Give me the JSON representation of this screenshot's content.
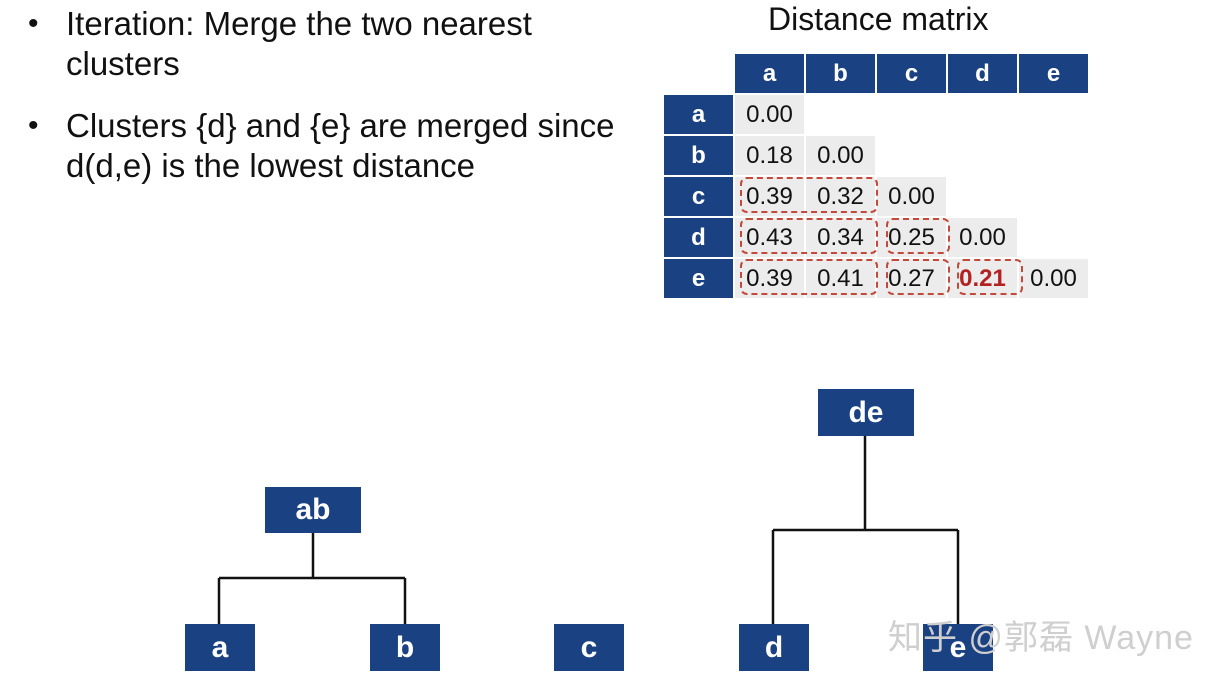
{
  "bullets": [
    "Iteration: Merge the two nearest clusters",
    "Clusters {d} and {e} are merged since d(d,e) is the lowest distance"
  ],
  "bullet_marker": "•",
  "matrix": {
    "title": "Distance matrix",
    "labels": [
      "a",
      "b",
      "c",
      "d",
      "e"
    ],
    "rows": [
      [
        "0.00"
      ],
      [
        "0.18",
        "0.00"
      ],
      [
        "0.39",
        "0.32",
        "0.00"
      ],
      [
        "0.43",
        "0.34",
        "0.25",
        "0.00"
      ],
      [
        "0.39",
        "0.41",
        "0.27",
        "0.21",
        "0.00"
      ]
    ],
    "highlight": {
      "row": 4,
      "col": 3
    },
    "colors": {
      "header": "#1a4282",
      "cell": "#ececec",
      "highlight": "#b32222",
      "dashed": "#c24a3a"
    }
  },
  "tree": {
    "nodes": {
      "ab": "ab",
      "de": "de",
      "a": "a",
      "b": "b",
      "c": "c",
      "d": "d",
      "e": "e"
    }
  },
  "watermark": "知乎 @郭磊 Wayne"
}
